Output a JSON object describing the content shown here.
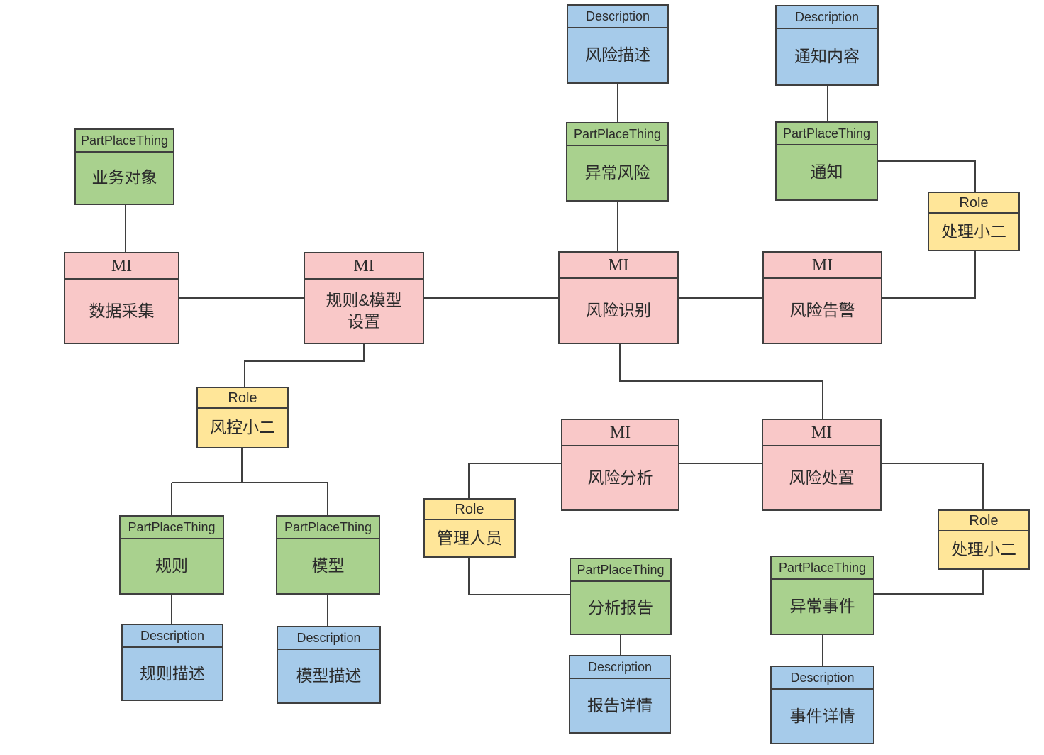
{
  "palette": {
    "mi_fill": "#F9C8C8",
    "role_fill": "#FFE699",
    "part_place_thing_fill": "#A9D18E",
    "description_fill": "#A6CBEA",
    "border": "#3F3F3F",
    "connector": "#3F3F3F",
    "background": "#FFFFFF"
  },
  "node_types": {
    "mi": "MI",
    "role": "Role",
    "part_place_thing": "PartPlaceThing",
    "description": "Description"
  },
  "nodes": {
    "desc_risk": {
      "type": "Description",
      "label": "风险描述"
    },
    "desc_notice": {
      "type": "Description",
      "label": "通知内容"
    },
    "ppt_business": {
      "type": "PartPlaceThing",
      "label": "业务对象"
    },
    "ppt_abnormal_risk": {
      "type": "PartPlaceThing",
      "label": "异常风险"
    },
    "ppt_notice": {
      "type": "PartPlaceThing",
      "label": "通知"
    },
    "role_handler_top": {
      "type": "Role",
      "label": "处理小二"
    },
    "mi_collect": {
      "type": "MI",
      "label": "数据采集"
    },
    "mi_rules": {
      "type": "MI",
      "label": "规则&模型\n设置"
    },
    "mi_identify": {
      "type": "MI",
      "label": "风险识别"
    },
    "mi_alert": {
      "type": "MI",
      "label": "风险告警"
    },
    "role_risk_ctrl": {
      "type": "Role",
      "label": "风控小二"
    },
    "mi_analyze": {
      "type": "MI",
      "label": "风险分析"
    },
    "mi_dispose": {
      "type": "MI",
      "label": "风险处置"
    },
    "role_manager": {
      "type": "Role",
      "label": "管理人员"
    },
    "role_handler_bottom": {
      "type": "Role",
      "label": "处理小二"
    },
    "ppt_rule": {
      "type": "PartPlaceThing",
      "label": "规则"
    },
    "ppt_model": {
      "type": "PartPlaceThing",
      "label": "模型"
    },
    "ppt_report": {
      "type": "PartPlaceThing",
      "label": "分析报告"
    },
    "ppt_event": {
      "type": "PartPlaceThing",
      "label": "异常事件"
    },
    "desc_rule": {
      "type": "Description",
      "label": "规则描述"
    },
    "desc_model": {
      "type": "Description",
      "label": "模型描述"
    },
    "desc_report": {
      "type": "Description",
      "label": "报告详情"
    },
    "desc_event": {
      "type": "Description",
      "label": "事件详情"
    }
  },
  "edges": [
    "风险描述-异常风险",
    "通知内容-通知",
    "业务对象-数据采集",
    "异常风险-风险识别",
    "通知-处理小二",
    "处理小二-风险告警",
    "数据采集-规则&模型设置",
    "规则&模型设置-风险识别",
    "风险识别-风险告警",
    "规则&模型设置-风控小二",
    "风控小二-规则",
    "风控小二-模型",
    "规则-规则描述",
    "模型-模型描述",
    "风险识别-风险处置",
    "风险分析-风险处置",
    "风险分析-管理人员",
    "管理人员-分析报告",
    "分析报告-报告详情",
    "风险处置-处理小二",
    "处理小二-异常事件",
    "异常事件-事件详情"
  ]
}
